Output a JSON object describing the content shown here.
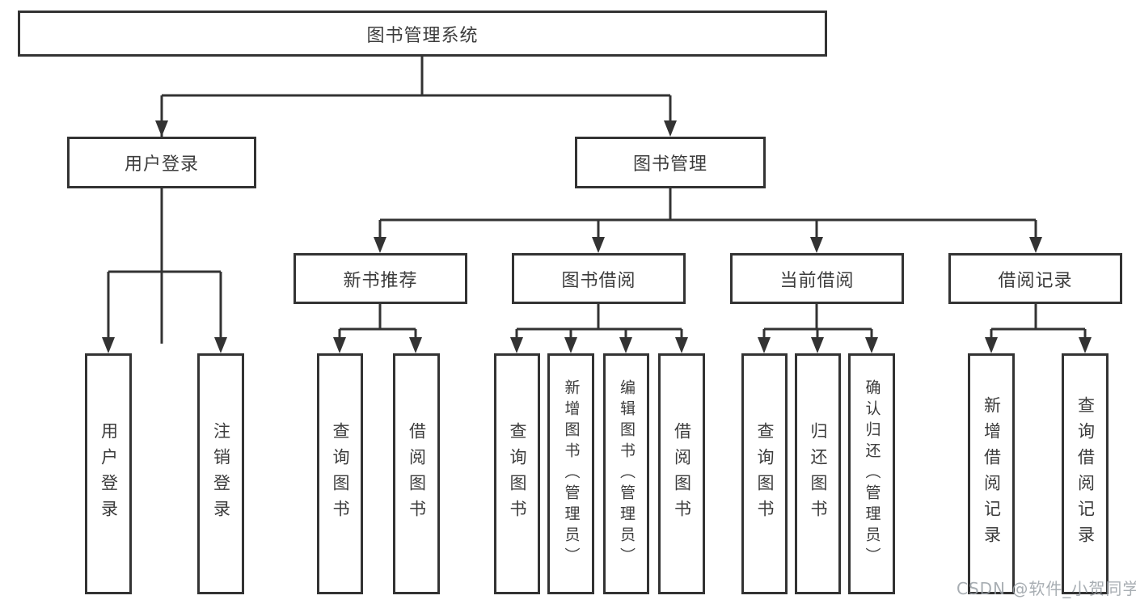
{
  "nodes": {
    "root": {
      "label": "图书管理系统"
    },
    "user_login_group": {
      "label": "用户登录"
    },
    "book_mgmt": {
      "label": "图书管理"
    },
    "new_book_rec": {
      "label": "新书推荐"
    },
    "book_borrow": {
      "label": "图书借阅"
    },
    "current_borrow": {
      "label": "当前借阅"
    },
    "borrow_records": {
      "label": "借阅记录"
    },
    "leaf_user_login": {
      "label": "用户登录"
    },
    "leaf_logout": {
      "label": "注销登录"
    },
    "leaf_nb_search": {
      "label": "查询图书"
    },
    "leaf_nb_borrow": {
      "label": "借阅图书"
    },
    "leaf_bb_search": {
      "label": "查询图书"
    },
    "leaf_bb_add": {
      "label": "新增图书（管理员）"
    },
    "leaf_bb_edit": {
      "label": "编辑图书（管理员）"
    },
    "leaf_bb_borrow": {
      "label": "借阅图书"
    },
    "leaf_cb_search": {
      "label": "查询图书"
    },
    "leaf_cb_return": {
      "label": "归还图书"
    },
    "leaf_cb_confirm": {
      "label": "确认归还（管理员）"
    },
    "leaf_br_add": {
      "label": "新增借阅记录"
    },
    "leaf_br_search": {
      "label": "查询借阅记录"
    }
  },
  "watermark": {
    "text": "CSDN @软件_小贺同学"
  },
  "colors": {
    "line": "#333333",
    "text": "#3c3c3c",
    "background": "#ffffff",
    "watermark": "#9aa0a6"
  }
}
